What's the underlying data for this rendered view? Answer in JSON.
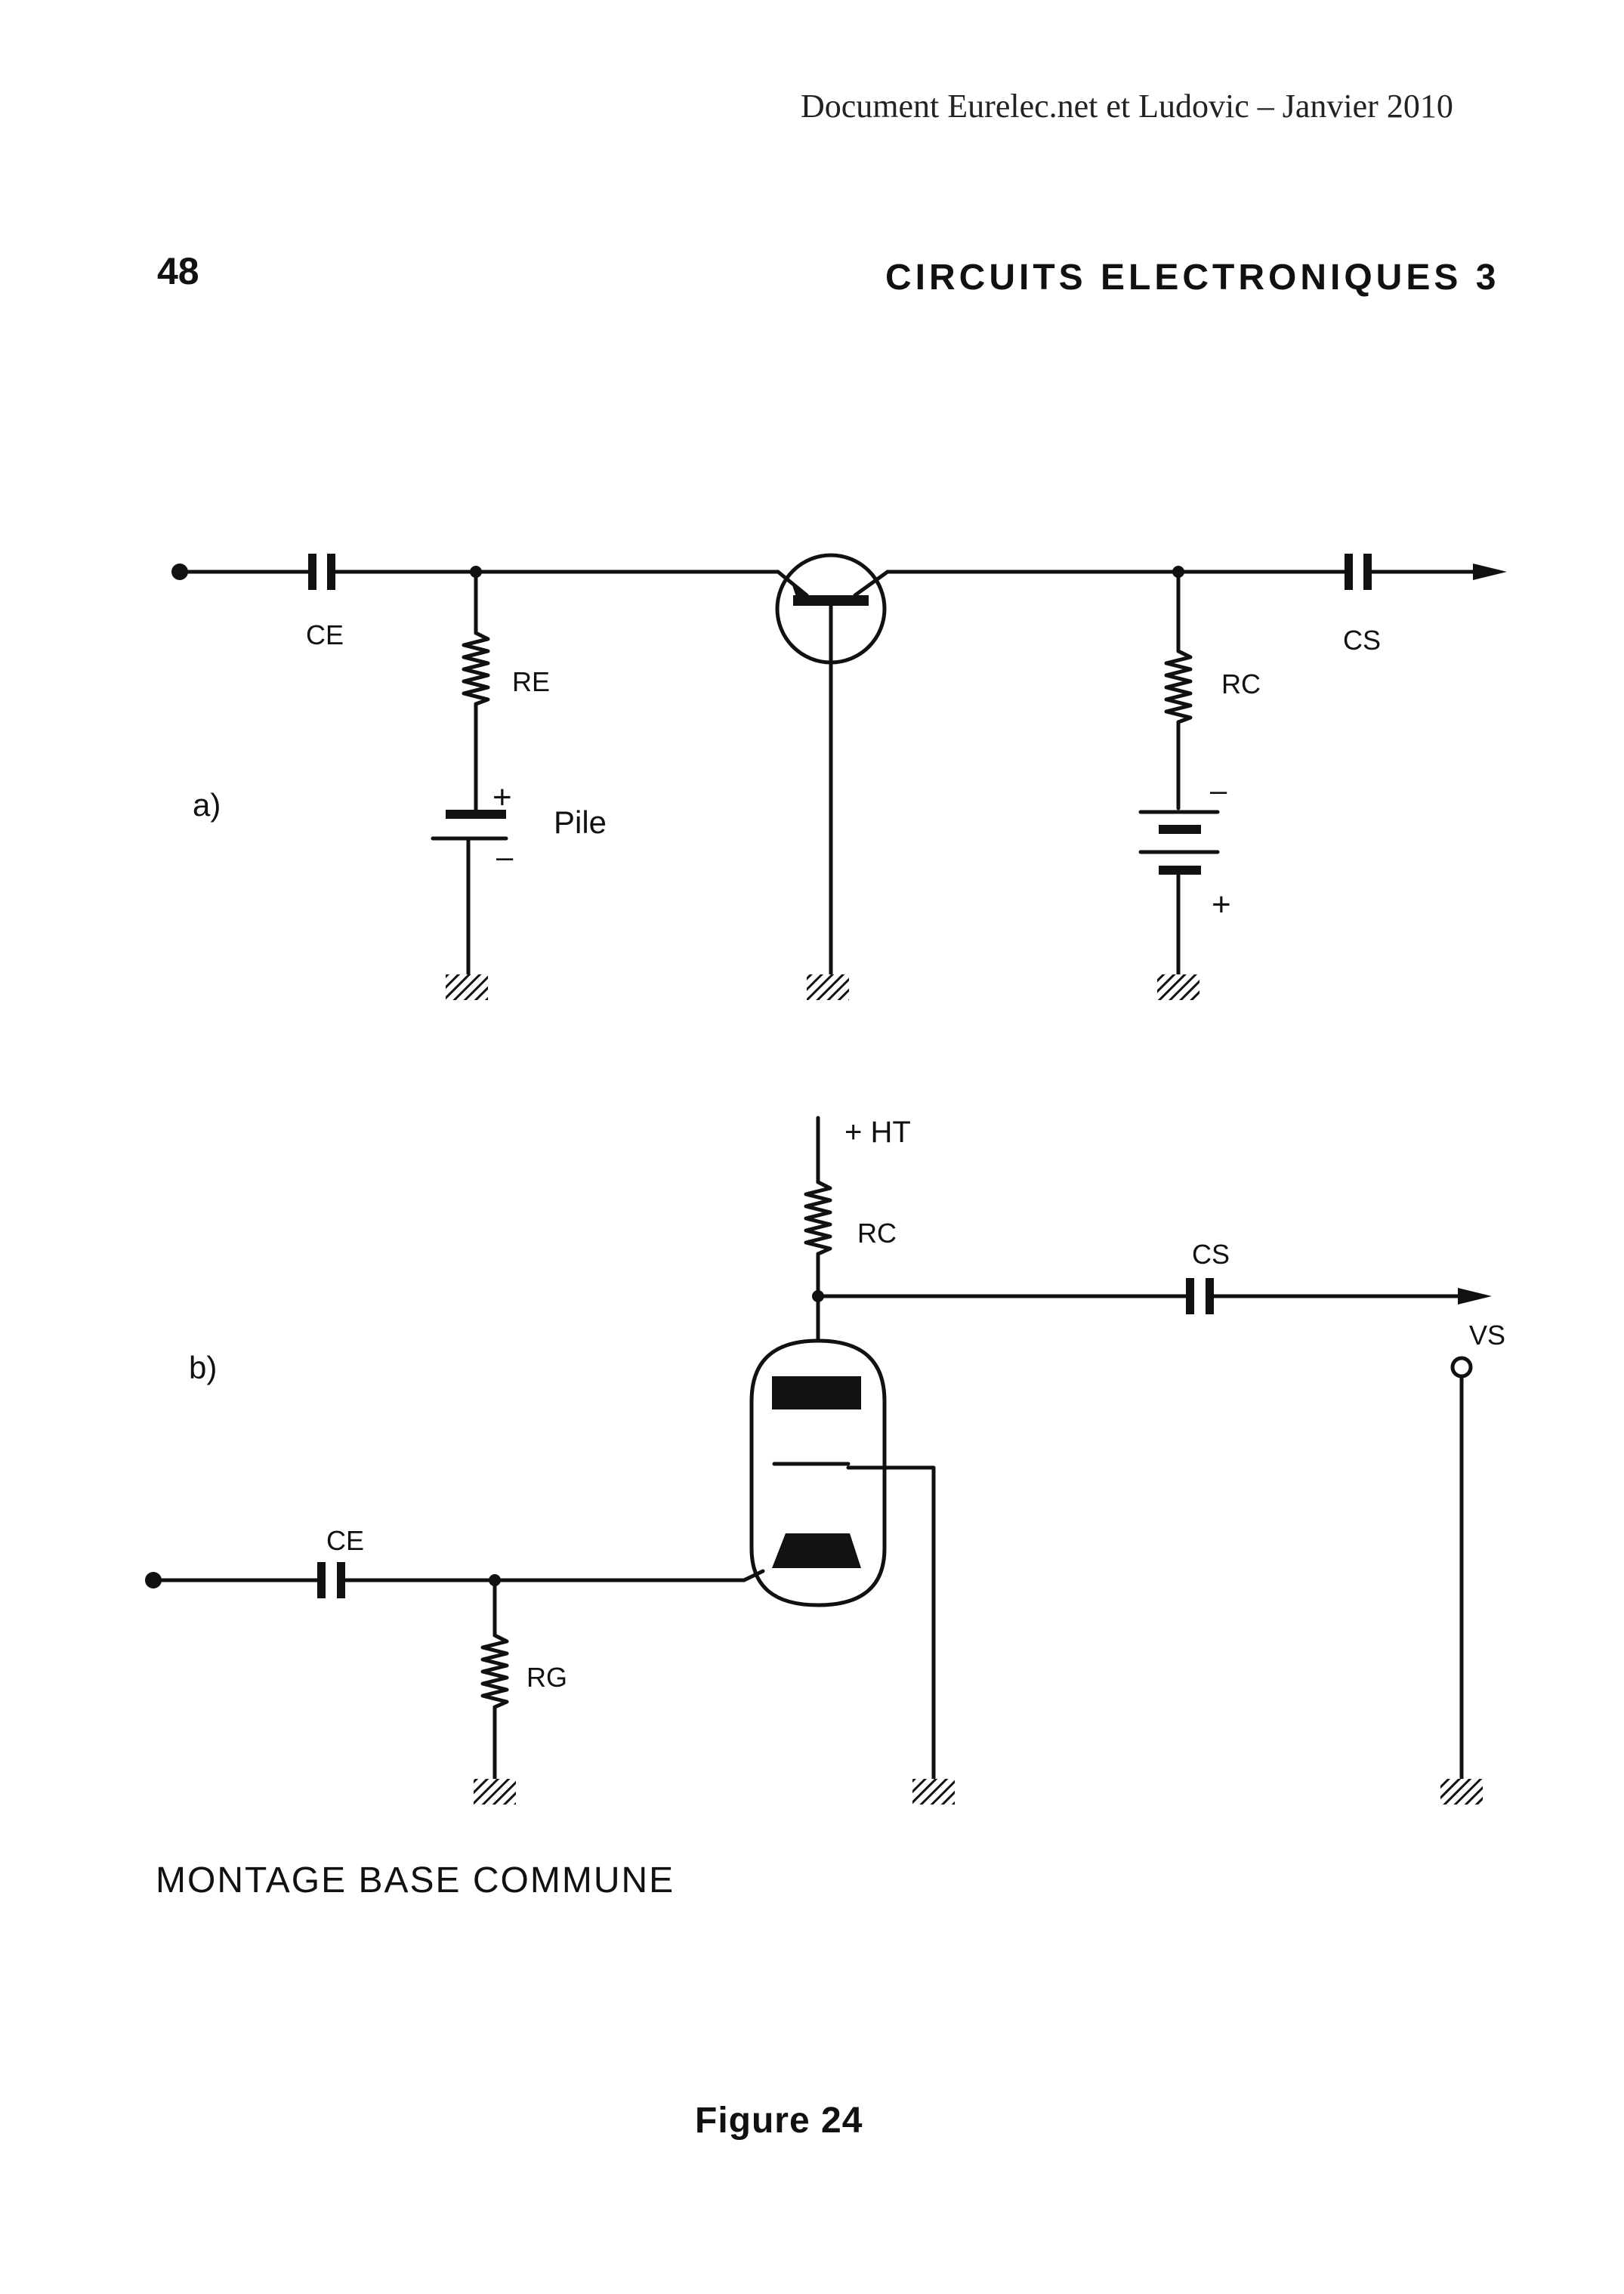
{
  "header": {
    "text": "Document Eurelec.net et Ludovic – Janvier 2010"
  },
  "page": {
    "number": "48",
    "title": "CIRCUITS ELECTRONIQUES 3"
  },
  "diagram_a": {
    "panel_label": "a)",
    "ce": "CE",
    "re": "RE",
    "pile": "Pile",
    "pile_plus": "+",
    "pile_minus": "–",
    "rc": "RC",
    "cs": "CS",
    "bat_minus": "–",
    "bat_plus": "+"
  },
  "diagram_b": {
    "panel_label": "b)",
    "ht": "+ HT",
    "rc": "RC",
    "cs": "CS",
    "vs": "VS",
    "ce": "CE",
    "rg": "RG"
  },
  "caption": "MONTAGE BASE COMMUNE",
  "figure": "Figure 24"
}
